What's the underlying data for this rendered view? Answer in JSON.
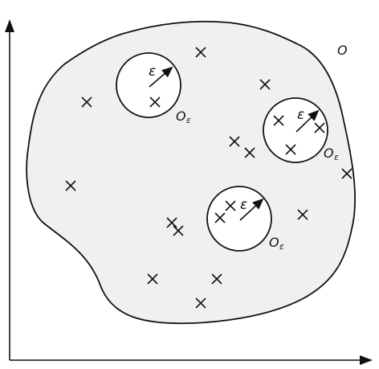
{
  "labels": {
    "region": "O",
    "ball_symbol": "O",
    "ball_subscript": "ε",
    "radius": "ε"
  },
  "colors": {
    "region_fill": "#f0f0f0",
    "stroke": "#111111",
    "ball_fill": "#ffffff"
  },
  "icons": {
    "sample_point": "cross-mark",
    "radius_arrow": "arrow-icon"
  }
}
